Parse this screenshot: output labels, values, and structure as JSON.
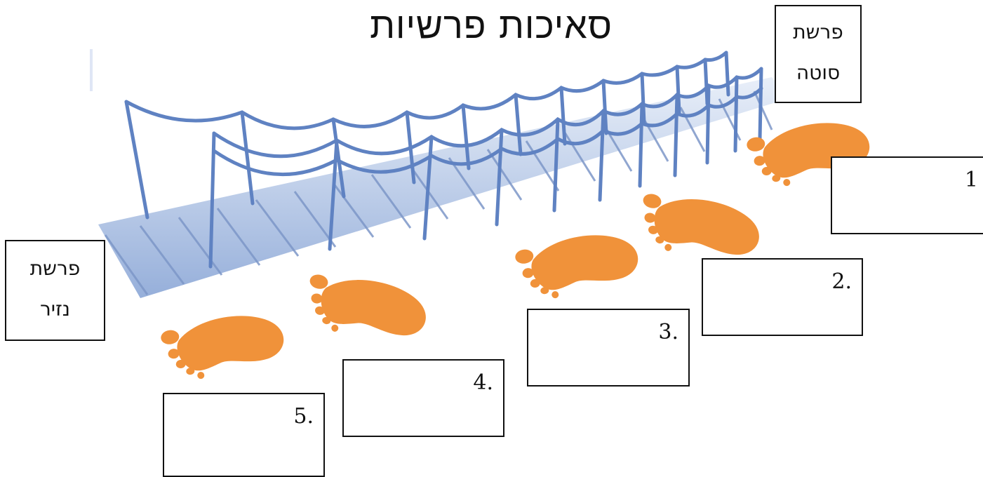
{
  "title": "סאיכות פרשיות",
  "labels": {
    "sota": {
      "line1": "פרשת",
      "line2": "סוטה"
    },
    "nazir": {
      "line1": "פרשת",
      "line2": "נזיר"
    }
  },
  "steps": [
    {
      "number": "1"
    },
    {
      "number": "2."
    },
    {
      "number": "3."
    },
    {
      "number": "4."
    },
    {
      "number": "5."
    }
  ],
  "colors": {
    "bridge": "#6d8ec9",
    "bridge_light": "#c9d6ee",
    "footprint": "#f0923a",
    "border": "#111111"
  },
  "icons": [
    "rope-bridge-illustration",
    "footprint-icon"
  ]
}
